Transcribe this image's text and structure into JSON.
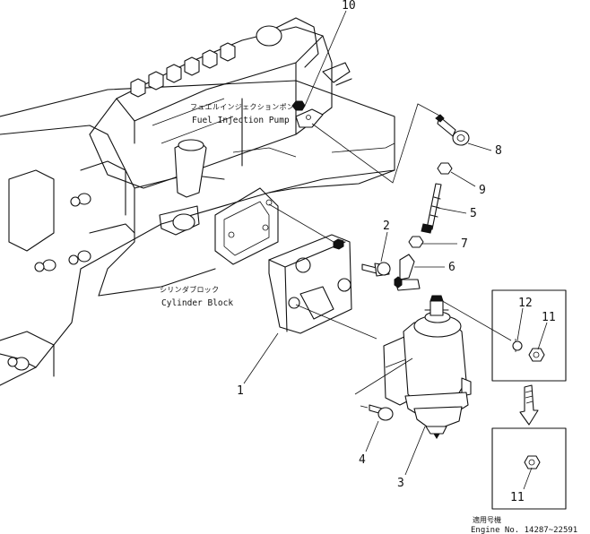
{
  "callouts": {
    "fuel_pump_jp": "フュエルインジェクションポンプ",
    "fuel_pump_en": "Fuel Injection Pump",
    "cylinder_block_jp": "シリンダブロック",
    "cylinder_block_en": "Cylinder Block"
  },
  "part_numbers": {
    "p1": "1",
    "p2": "2",
    "p3": "3",
    "p4": "4",
    "p5": "5",
    "p6": "6",
    "p7": "7",
    "p8": "8",
    "p9": "9",
    "p10": "10",
    "p11_upper": "11",
    "p11_lower": "11",
    "p12": "12"
  },
  "footer": {
    "applicability_jp": "適用号機",
    "engine_serial": "Engine  No. 14287~22591"
  }
}
